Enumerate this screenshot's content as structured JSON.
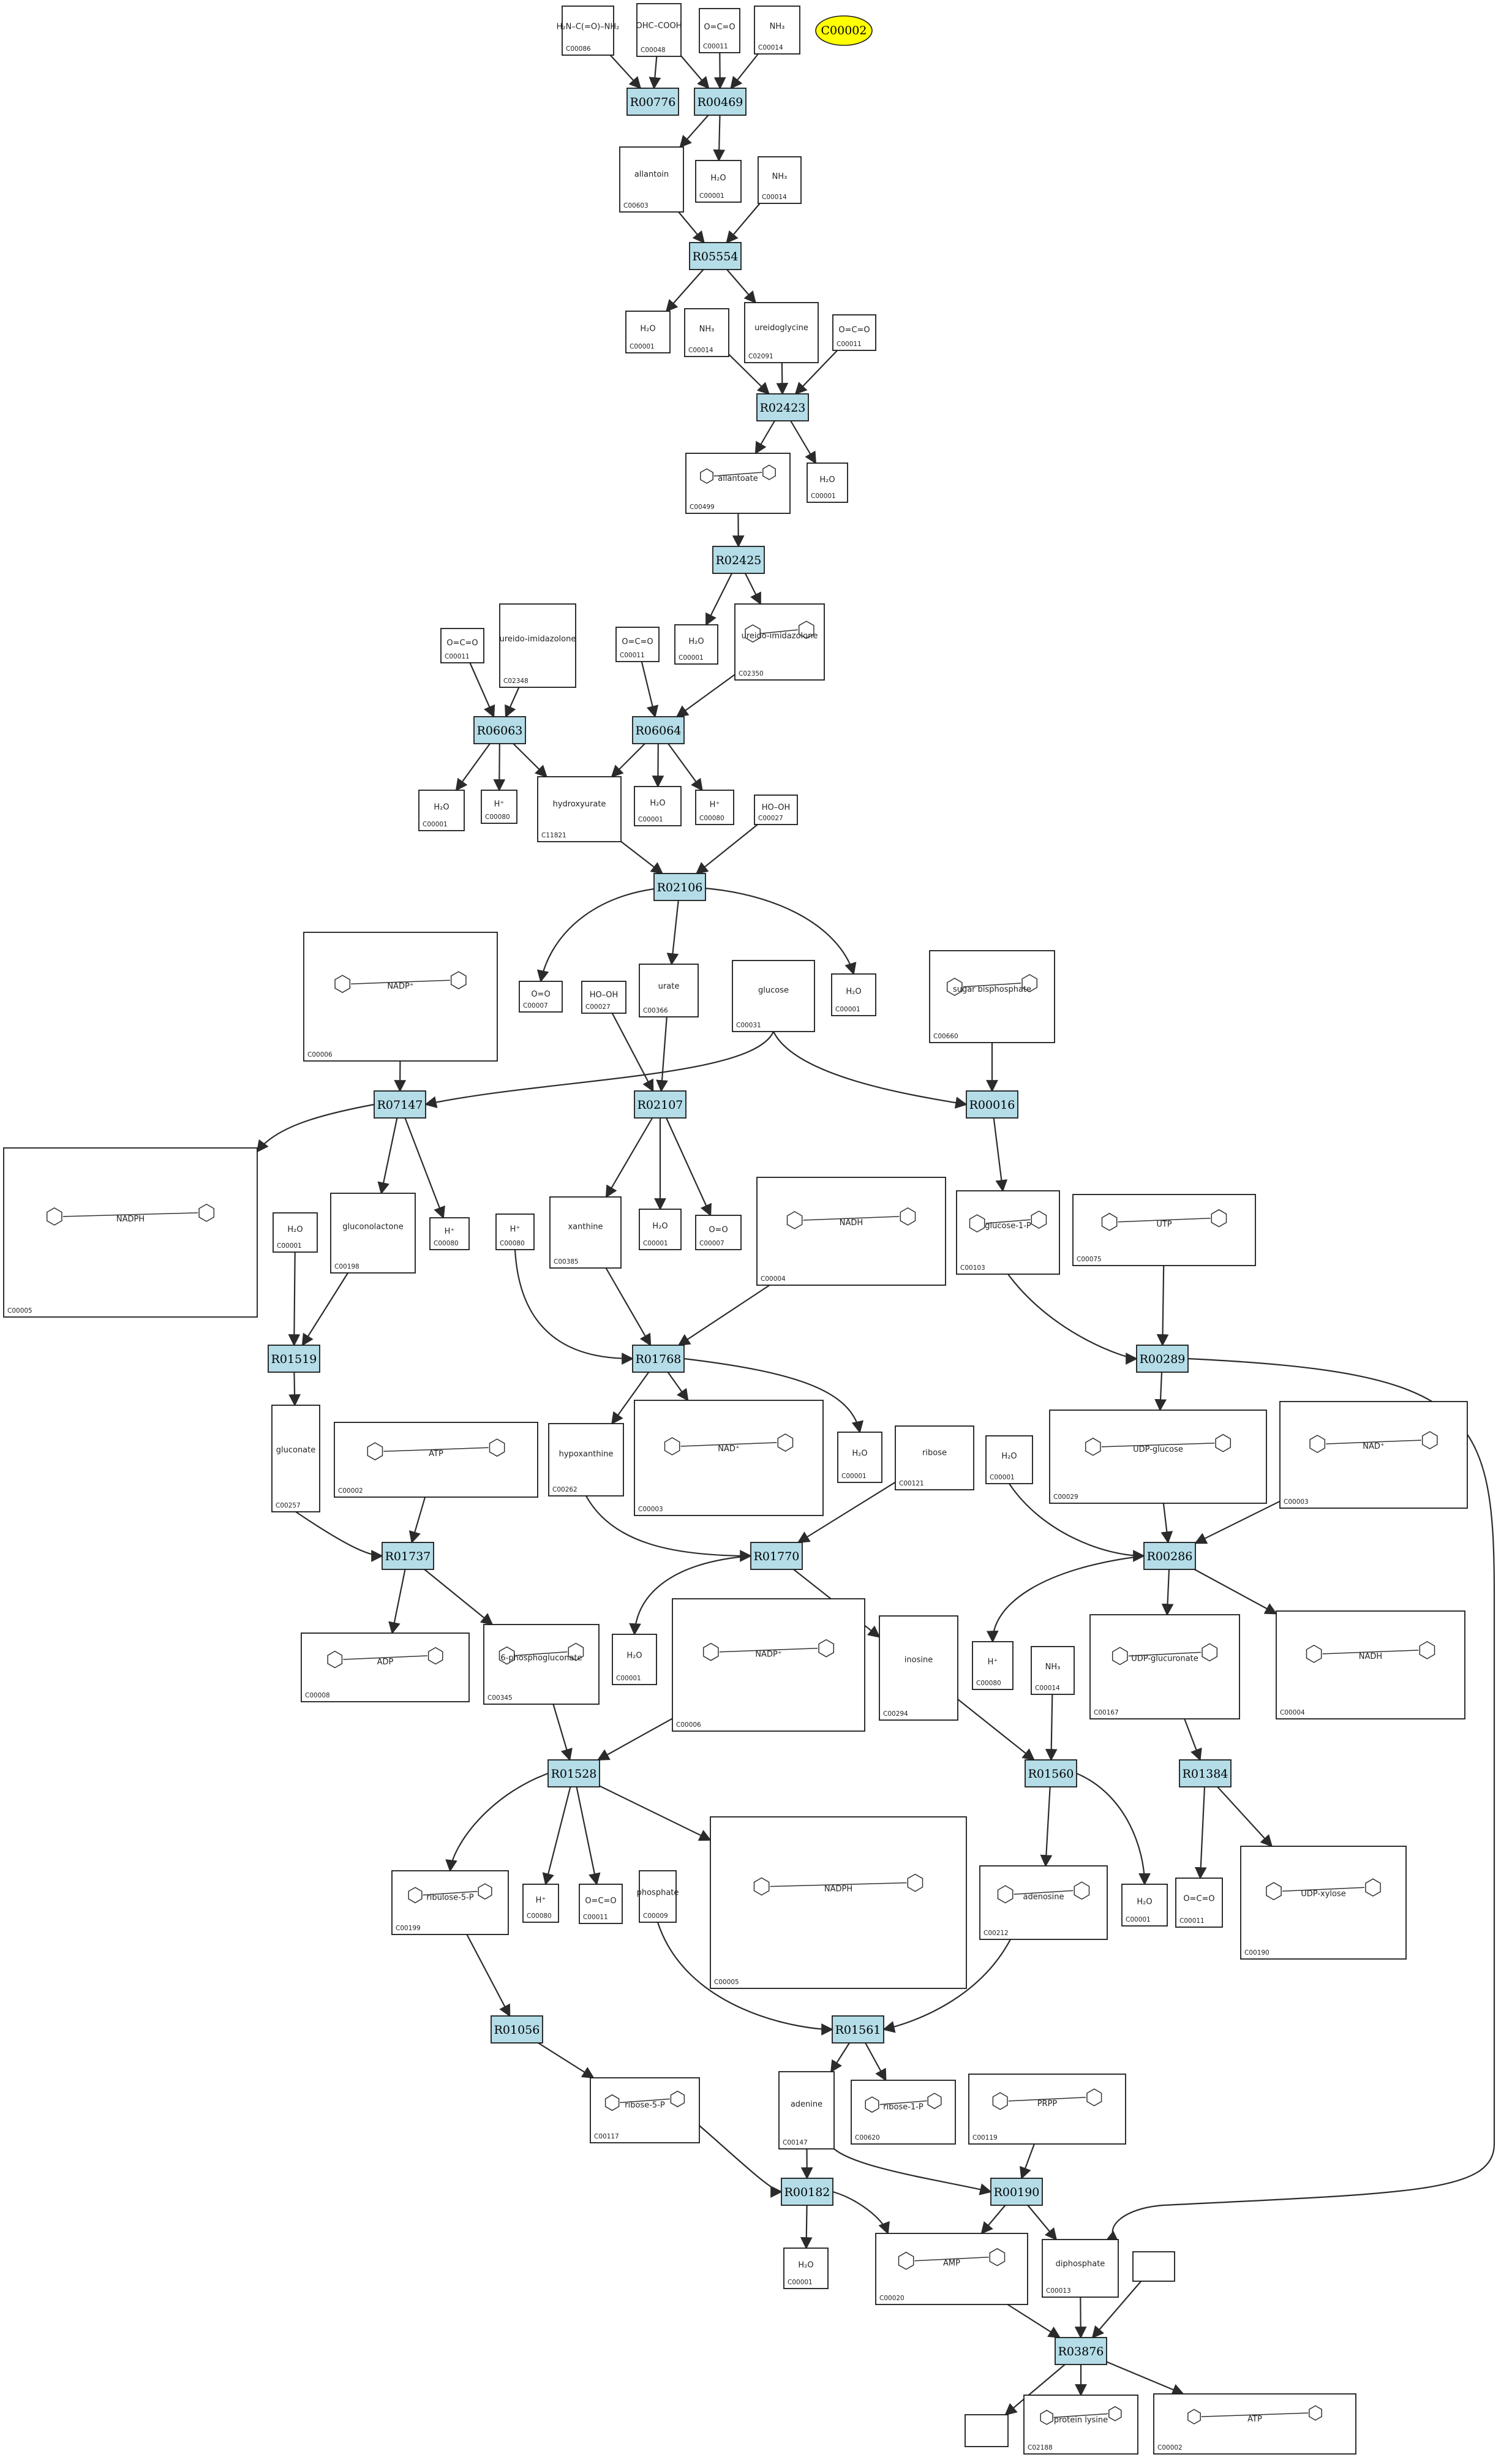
{
  "highlight": {
    "label": "C00002",
    "color": "#ffff00"
  },
  "reaction_color": "#b4dde8",
  "reactions": [
    {
      "id": "R00776"
    },
    {
      "id": "R00469"
    },
    {
      "id": "R05554"
    },
    {
      "id": "R02423"
    },
    {
      "id": "R02425"
    },
    {
      "id": "R06063"
    },
    {
      "id": "R06064"
    },
    {
      "id": "R02106"
    },
    {
      "id": "R07147"
    },
    {
      "id": "R02107"
    },
    {
      "id": "R00016"
    },
    {
      "id": "R01519"
    },
    {
      "id": "R01768"
    },
    {
      "id": "R00289"
    },
    {
      "id": "R01737"
    },
    {
      "id": "R01770"
    },
    {
      "id": "R00286"
    },
    {
      "id": "R01528"
    },
    {
      "id": "R01560"
    },
    {
      "id": "R01384"
    },
    {
      "id": "R01056"
    },
    {
      "id": "R01561"
    },
    {
      "id": "R00182"
    },
    {
      "id": "R00190"
    },
    {
      "id": "R03876"
    }
  ],
  "compounds": [
    {
      "key": "c00086",
      "id": "C00086",
      "glyph": "H₂N–C(=O)–NH₂"
    },
    {
      "key": "c00048",
      "id": "C00048",
      "glyph": "OHC–COOH"
    },
    {
      "key": "c00011a",
      "id": "C00011",
      "glyph": "O=C=O"
    },
    {
      "key": "c00014a",
      "id": "C00014",
      "glyph": "NH₃"
    },
    {
      "key": "c00603",
      "id": "C00603",
      "glyph": "allantoin"
    },
    {
      "key": "c00001a",
      "id": "C00001",
      "glyph": "H₂O"
    },
    {
      "key": "c00014b",
      "id": "C00014",
      "glyph": "NH₃"
    },
    {
      "key": "c00001b",
      "id": "C00001",
      "glyph": "H₂O"
    },
    {
      "key": "c00014c",
      "id": "C00014",
      "glyph": "NH₃"
    },
    {
      "key": "c02091",
      "id": "C02091",
      "glyph": "ureidoglycine"
    },
    {
      "key": "c00011b",
      "id": "C00011",
      "glyph": "O=C=O"
    },
    {
      "key": "c00499",
      "id": "C00499",
      "glyph": "allantoate"
    },
    {
      "key": "c00001c",
      "id": "C00001",
      "glyph": "H₂O"
    },
    {
      "key": "c00011c",
      "id": "C00011",
      "glyph": "O=C=O"
    },
    {
      "key": "c02348",
      "id": "C02348",
      "glyph": "ureido-imidazolone"
    },
    {
      "key": "c00001d",
      "id": "C00001",
      "glyph": "H₂O"
    },
    {
      "key": "c00011d",
      "id": "C00011",
      "glyph": "O=C=O"
    },
    {
      "key": "c02350",
      "id": "C02350",
      "glyph": "ureido-imidazolone"
    },
    {
      "key": "c00001e",
      "id": "C00001",
      "glyph": "H₂O"
    },
    {
      "key": "c00080a",
      "id": "C00080",
      "glyph": "H⁺"
    },
    {
      "key": "c11821",
      "id": "C11821",
      "glyph": "hydroxyurate"
    },
    {
      "key": "c00001f",
      "id": "C00001",
      "glyph": "H₂O"
    },
    {
      "key": "c00080b",
      "id": "C00080",
      "glyph": "H⁺"
    },
    {
      "key": "c00027a",
      "id": "C00027",
      "glyph": "HO–OH"
    },
    {
      "key": "c00006a",
      "id": "C00006",
      "glyph": "NADP⁺"
    },
    {
      "key": "c00007a",
      "id": "C00007",
      "glyph": "O=O"
    },
    {
      "key": "c00027b",
      "id": "C00027",
      "glyph": "HO–OH"
    },
    {
      "key": "c00366",
      "id": "C00366",
      "glyph": "urate"
    },
    {
      "key": "c00031",
      "id": "C00031",
      "glyph": "glucose"
    },
    {
      "key": "c00001g",
      "id": "C00001",
      "glyph": "H₂O"
    },
    {
      "key": "c00660",
      "id": "C00660",
      "glyph": "sugar bisphosphate"
    },
    {
      "key": "c00005",
      "id": "C00005",
      "glyph": "NADPH"
    },
    {
      "key": "c00001h",
      "id": "C00001",
      "glyph": "H₂O"
    },
    {
      "key": "c00198",
      "id": "C00198",
      "glyph": "gluconolactone"
    },
    {
      "key": "c00080c",
      "id": "C00080",
      "glyph": "H⁺"
    },
    {
      "key": "c00080d",
      "id": "C00080",
      "glyph": "H⁺"
    },
    {
      "key": "c00385",
      "id": "C00385",
      "glyph": "xanthine"
    },
    {
      "key": "c00001i",
      "id": "C00001",
      "glyph": "H₂O"
    },
    {
      "key": "c00007b",
      "id": "C00007",
      "glyph": "O=O"
    },
    {
      "key": "c00004a",
      "id": "C00004",
      "glyph": "NADH"
    },
    {
      "key": "c00103",
      "id": "C00103",
      "glyph": "glucose-1-P"
    },
    {
      "key": "c00075",
      "id": "C00075",
      "glyph": "UTP"
    },
    {
      "key": "c00257",
      "id": "C00257",
      "glyph": "gluconate"
    },
    {
      "key": "c00002a",
      "id": "C00002",
      "glyph": "ATP"
    },
    {
      "key": "c00262",
      "id": "C00262",
      "glyph": "hypoxanthine"
    },
    {
      "key": "c00003a",
      "id": "C00003",
      "glyph": "NAD⁺"
    },
    {
      "key": "c00001j",
      "id": "C00001",
      "glyph": "H₂O"
    },
    {
      "key": "c00121",
      "id": "C00121",
      "glyph": "ribose"
    },
    {
      "key": "c00001k",
      "id": "C00001",
      "glyph": "H₂O"
    },
    {
      "key": "c00029",
      "id": "C00029",
      "glyph": "UDP-glucose"
    },
    {
      "key": "c00003b",
      "id": "C00003",
      "glyph": "NAD⁺"
    },
    {
      "key": "c00008",
      "id": "C00008",
      "glyph": "ADP"
    },
    {
      "key": "c00345",
      "id": "C00345",
      "glyph": "6-phosphogluconate"
    },
    {
      "key": "c00001l",
      "id": "C00001",
      "glyph": "H₂O"
    },
    {
      "key": "c00006b",
      "id": "C00006",
      "glyph": "NADP⁺"
    },
    {
      "key": "c00294",
      "id": "C00294",
      "glyph": "inosine"
    },
    {
      "key": "c00080e",
      "id": "C00080",
      "glyph": "H⁺"
    },
    {
      "key": "c00014d",
      "id": "C00014",
      "glyph": "NH₃"
    },
    {
      "key": "c00167",
      "id": "C00167",
      "glyph": "UDP-glucuronate"
    },
    {
      "key": "c00004b",
      "id": "C00004",
      "glyph": "NADH"
    },
    {
      "key": "c00199",
      "id": "C00199",
      "glyph": "ribulose-5-P"
    },
    {
      "key": "c00080f",
      "id": "C00080",
      "glyph": "H⁺"
    },
    {
      "key": "c00011e",
      "id": "C00011",
      "glyph": "O=C=O"
    },
    {
      "key": "c00009",
      "id": "C00009",
      "glyph": "phosphate"
    },
    {
      "key": "c00005b",
      "id": "C00005",
      "glyph": "NADPH"
    },
    {
      "key": "c00212",
      "id": "C00212",
      "glyph": "adenosine"
    },
    {
      "key": "c00001m",
      "id": "C00001",
      "glyph": "H₂O"
    },
    {
      "key": "c00011f",
      "id": "C00011",
      "glyph": "O=C=O"
    },
    {
      "key": "c00190",
      "id": "C00190",
      "glyph": "UDP-xylose"
    },
    {
      "key": "c00117",
      "id": "C00117",
      "glyph": "ribose-5-P"
    },
    {
      "key": "c00147",
      "id": "C00147",
      "glyph": "adenine"
    },
    {
      "key": "c00620",
      "id": "C00620",
      "glyph": "ribose-1-P"
    },
    {
      "key": "c00119",
      "id": "C00119",
      "glyph": "PRPP"
    },
    {
      "key": "c00001n",
      "id": "C00001",
      "glyph": "H₂O"
    },
    {
      "key": "c00020",
      "id": "C00020",
      "glyph": "AMP"
    },
    {
      "key": "c00013",
      "id": "C00013",
      "glyph": "diphosphate"
    },
    {
      "key": "blank1",
      "id": "",
      "glyph": ""
    },
    {
      "key": "blank2",
      "id": "",
      "glyph": ""
    },
    {
      "key": "c02188",
      "id": "C02188",
      "glyph": "protein lysine"
    },
    {
      "key": "c00002b",
      "id": "C00002",
      "glyph": "ATP"
    }
  ]
}
